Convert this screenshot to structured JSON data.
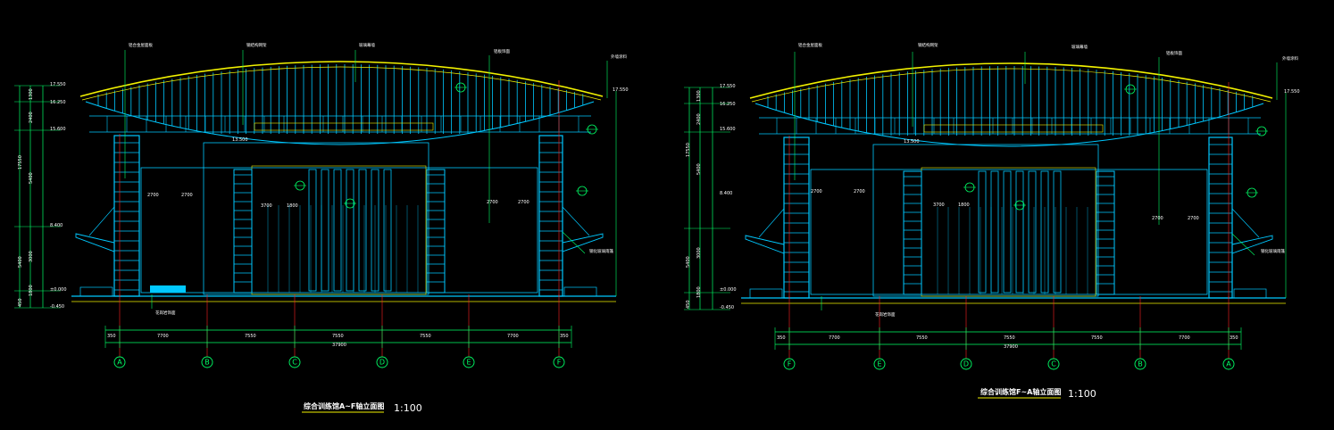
{
  "colors": {
    "background": "#000000",
    "roof_outline": "#f2f200",
    "structure": "#00c8ff",
    "dimension": "#00ff66",
    "grid_axis": "#ff2020",
    "text": "#ffffff"
  },
  "drawings": [
    {
      "id": "left",
      "title": "综合训练馆A~F轴立面图",
      "scale": "1:100",
      "grid_labels": [
        "A",
        "B",
        "C",
        "D",
        "E",
        "F"
      ],
      "bay_dims": [
        "7700",
        "7550",
        "7550",
        "7550",
        "7700"
      ],
      "overall_dim": "37900",
      "end_dims": [
        "350",
        "350"
      ],
      "elevations": [
        "17.550",
        "16.250",
        "15.600",
        "13.500",
        "8.400",
        "±0.000",
        "-0.450"
      ],
      "mid_dims": [
        "2700",
        "2700",
        "3700",
        "1800",
        "2700",
        "2700"
      ],
      "vertical_dims": [
        "1300",
        "2400",
        "17550",
        "5400",
        "3000",
        "5400",
        "1800",
        "450"
      ],
      "notes": [
        "铝合金屋面板",
        "钢结构网架",
        "玻璃幕墙",
        "铝板饰面",
        "外墙涂料",
        "花岗岩饰面",
        "钢化玻璃雨篷"
      ]
    },
    {
      "id": "right",
      "title": "综合训练馆F~A轴立面图",
      "scale": "1:100",
      "grid_labels": [
        "F",
        "E",
        "D",
        "C",
        "B",
        "A"
      ],
      "bay_dims": [
        "7700",
        "7550",
        "7550",
        "7550",
        "7700"
      ],
      "overall_dim": "37900",
      "end_dims": [
        "350",
        "350"
      ],
      "elevations": [
        "17.550",
        "16.250",
        "15.600",
        "13.500",
        "8.400",
        "±0.000",
        "-0.450"
      ],
      "mid_dims": [
        "2700",
        "2700",
        "3700",
        "1800",
        "2700",
        "2700"
      ],
      "vertical_dims": [
        "1300",
        "2400",
        "17550",
        "5400",
        "3000",
        "5400",
        "1800",
        "450"
      ],
      "notes": [
        "铝合金屋面板",
        "钢结构网架",
        "玻璃幕墙",
        "铝板饰面",
        "外墙涂料",
        "花岗岩饰面",
        "钢化玻璃雨篷"
      ]
    }
  ]
}
